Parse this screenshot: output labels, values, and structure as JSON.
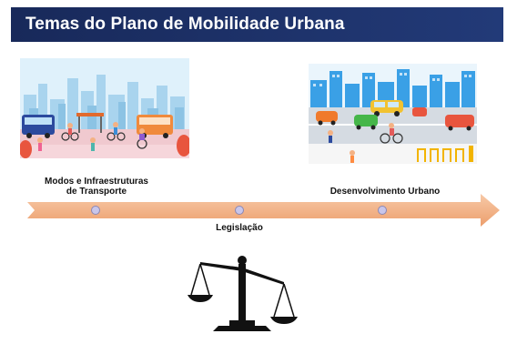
{
  "header": {
    "title": "Temas do Plano de Mobilidade Urbana"
  },
  "timeline": {
    "items": [
      {
        "label_line1": "Modos e Infraestruturas",
        "label_line2": "de Transporte"
      },
      {
        "label": "Legislação"
      },
      {
        "label": "Desenvolvimento Urbano"
      }
    ]
  },
  "icons": {
    "left_illustration": "city-transport-illustration",
    "right_illustration": "urban-development-illustration",
    "scale": "scale-of-justice-icon"
  },
  "colors": {
    "header": "#1c2d63",
    "arrow": "#f2b48a",
    "dot": "#c9c6ea"
  }
}
